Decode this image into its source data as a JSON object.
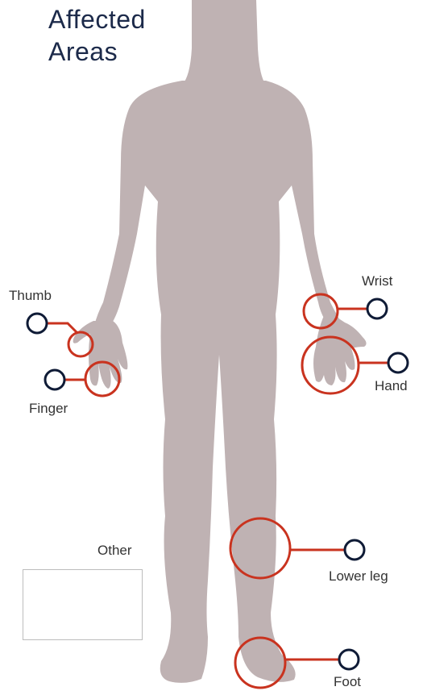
{
  "title": {
    "line1": "Affected",
    "line2": "Areas"
  },
  "areas": {
    "thumb": "Thumb",
    "finger": "Finger",
    "wrist": "Wrist",
    "hand": "Hand",
    "lower_leg": "Lower leg",
    "foot": "Foot",
    "other": "Other"
  },
  "colors": {
    "body": "#bfb2b3",
    "marker": "#c9331f",
    "selector": "#0f1b36",
    "title": "#1c2a4a"
  }
}
